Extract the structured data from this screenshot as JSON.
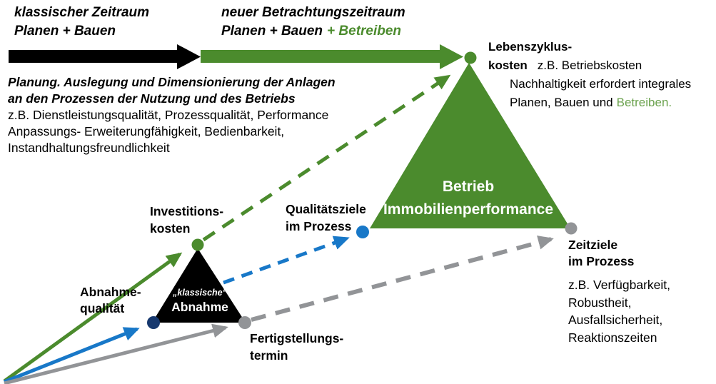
{
  "colors": {
    "green": "#4b8b2d",
    "green_light": "#6ba24e",
    "blue": "#1878c8",
    "navy": "#16386e",
    "gray": "#929497",
    "black": "#000000"
  },
  "timeline": {
    "classic": {
      "line1": "klassischer Zeitraum",
      "line2": "Planen + Bauen"
    },
    "new": {
      "line1": "neuer Betrachtungszeitraum",
      "line2_black": "Planen + Bauen",
      "line2_green": "+ Betreiben"
    }
  },
  "planning_note": {
    "line1": "Planung. Auslegung und Dimensionierung der Anlagen",
    "line2": "an den Prozessen der Nutzung und des Betriebs",
    "line3": "z.B. Dienstleistungsqualität, Prozessqualität, Performance",
    "line4": "Anpassungs- Erweiterungfähigkeit, Bedienbarkeit,",
    "line5": "Instandhaltungsfreundlichkeit"
  },
  "milestones": {
    "investitionskosten": {
      "line1": "Investitions-",
      "line2": "kosten"
    },
    "abnahmequalitaet": {
      "line1": "Abnahme-",
      "line2": "qualität"
    },
    "fertigstellungstermin": {
      "line1": "Fertigstellungs-",
      "line2": "termin"
    },
    "qualitaetsziele": {
      "line1": "Qualitätsziele",
      "line2": "im Prozess"
    },
    "zeitziele": {
      "line1": "Zeitziele",
      "line2": "im Prozess",
      "detail1": "z.B. Verfügbarkeit,",
      "detail2": "Robustheit,",
      "detail3": "Ausfallsicherheit,",
      "detail4": "Reaktionszeiten"
    },
    "lebenszyklus": {
      "title1": "Lebenszyklus-",
      "title2": "kosten",
      "subtitle": "z.B. Betriebskosten",
      "note1": "Nachhaltigkeit erfordert integrales",
      "note2_black": "Planen, Bauen und",
      "note2_green": "Betreiben."
    }
  },
  "triangles": {
    "abnahme": {
      "line1": "„klassische“",
      "line2": "Abnahme"
    },
    "betrieb": {
      "line1": "Betrieb",
      "line2": "Immobilienperformance"
    }
  }
}
